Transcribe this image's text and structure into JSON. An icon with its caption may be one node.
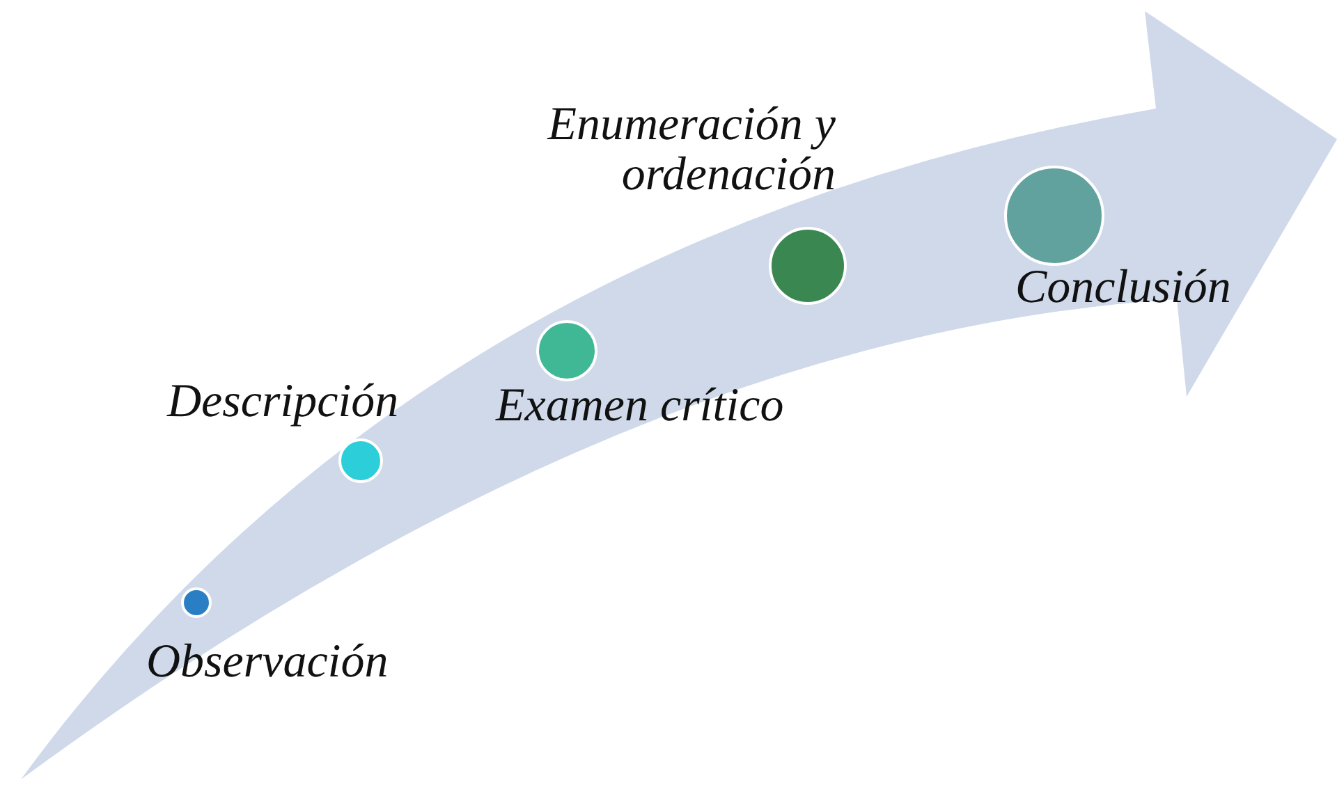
{
  "diagram": {
    "nodes": [
      {
        "text": [
          "Observación"
        ]
      },
      {
        "text": [
          "Descripción"
        ]
      },
      {
        "text": [
          "Examen crítico"
        ]
      },
      {
        "text": [
          "Enumeración y ordenación"
        ]
      },
      {
        "text": [
          "Conclusión"
        ]
      }
    ]
  }
}
